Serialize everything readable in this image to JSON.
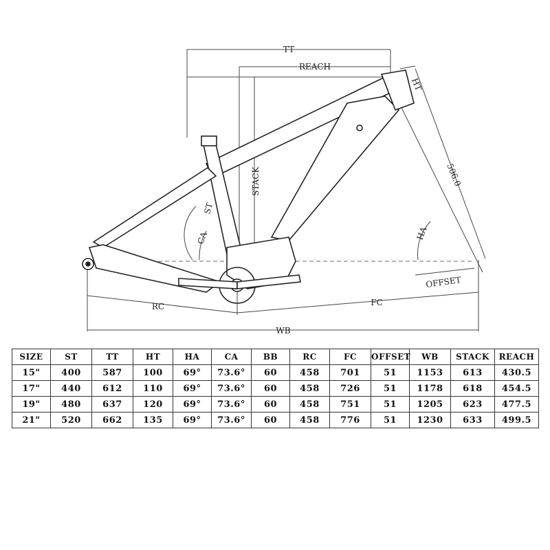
{
  "diagram": {
    "labels": {
      "tt": "TT",
      "reach": "REACH",
      "ht": "HT",
      "stack": "STACK",
      "st": "ST",
      "ca": "CA",
      "ha": "HA",
      "fork_length": "506.0",
      "offset": "OFFSET",
      "rc": "RC",
      "fc": "FC",
      "wb": "WB"
    }
  },
  "geometry_table": {
    "headers": [
      "SIZE",
      "ST",
      "TT",
      "HT",
      "HA",
      "CA",
      "BB",
      "RC",
      "FC",
      "OFFSET",
      "WB",
      "STACK",
      "REACH"
    ],
    "rows": [
      [
        "15\"",
        "400",
        "587",
        "100",
        "69°",
        "73.6°",
        "60",
        "458",
        "701",
        "51",
        "1153",
        "613",
        "430.5"
      ],
      [
        "17\"",
        "440",
        "612",
        "110",
        "69°",
        "73.6°",
        "60",
        "458",
        "726",
        "51",
        "1178",
        "618",
        "454.5"
      ],
      [
        "19\"",
        "480",
        "637",
        "120",
        "69°",
        "73.6°",
        "60",
        "458",
        "751",
        "51",
        "1205",
        "623",
        "477.5"
      ],
      [
        "21\"",
        "520",
        "662",
        "135",
        "69°",
        "73.6°",
        "60",
        "458",
        "776",
        "51",
        "1230",
        "633",
        "499.5"
      ]
    ]
  },
  "colors": {
    "ink": "#222222",
    "frame_fill": "#ffffff",
    "dash": "#777777"
  }
}
